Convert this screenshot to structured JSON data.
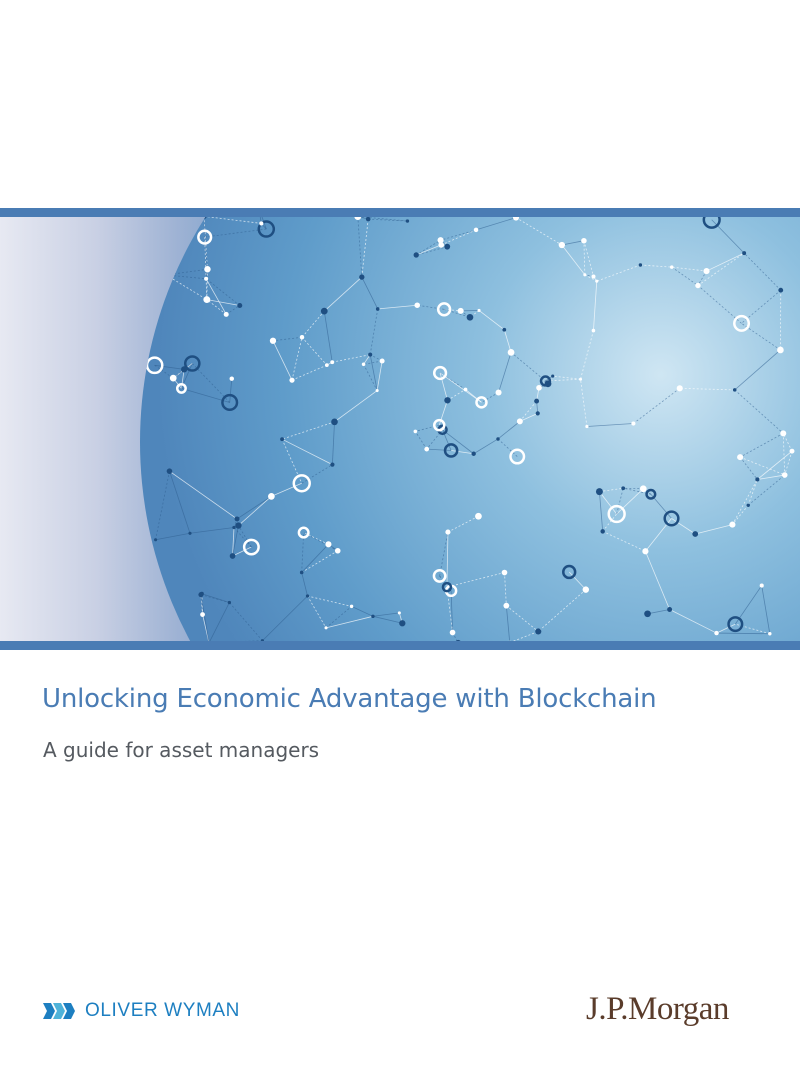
{
  "document": {
    "title": "Unlocking Economic Advantage with Blockchain",
    "subtitle": "A guide for asset managers"
  },
  "hero": {
    "description_icon": "network-globe-image"
  },
  "logos": {
    "oliver_wyman": "OLIVER WYMAN",
    "jp_morgan": "J.P.Morgan"
  },
  "colors": {
    "band": "#4a7cb4",
    "title": "#4a7cb4",
    "subtitle": "#555a60",
    "oliver_wyman": "#1d7fc1",
    "jp_morgan": "#5a3c2b"
  }
}
